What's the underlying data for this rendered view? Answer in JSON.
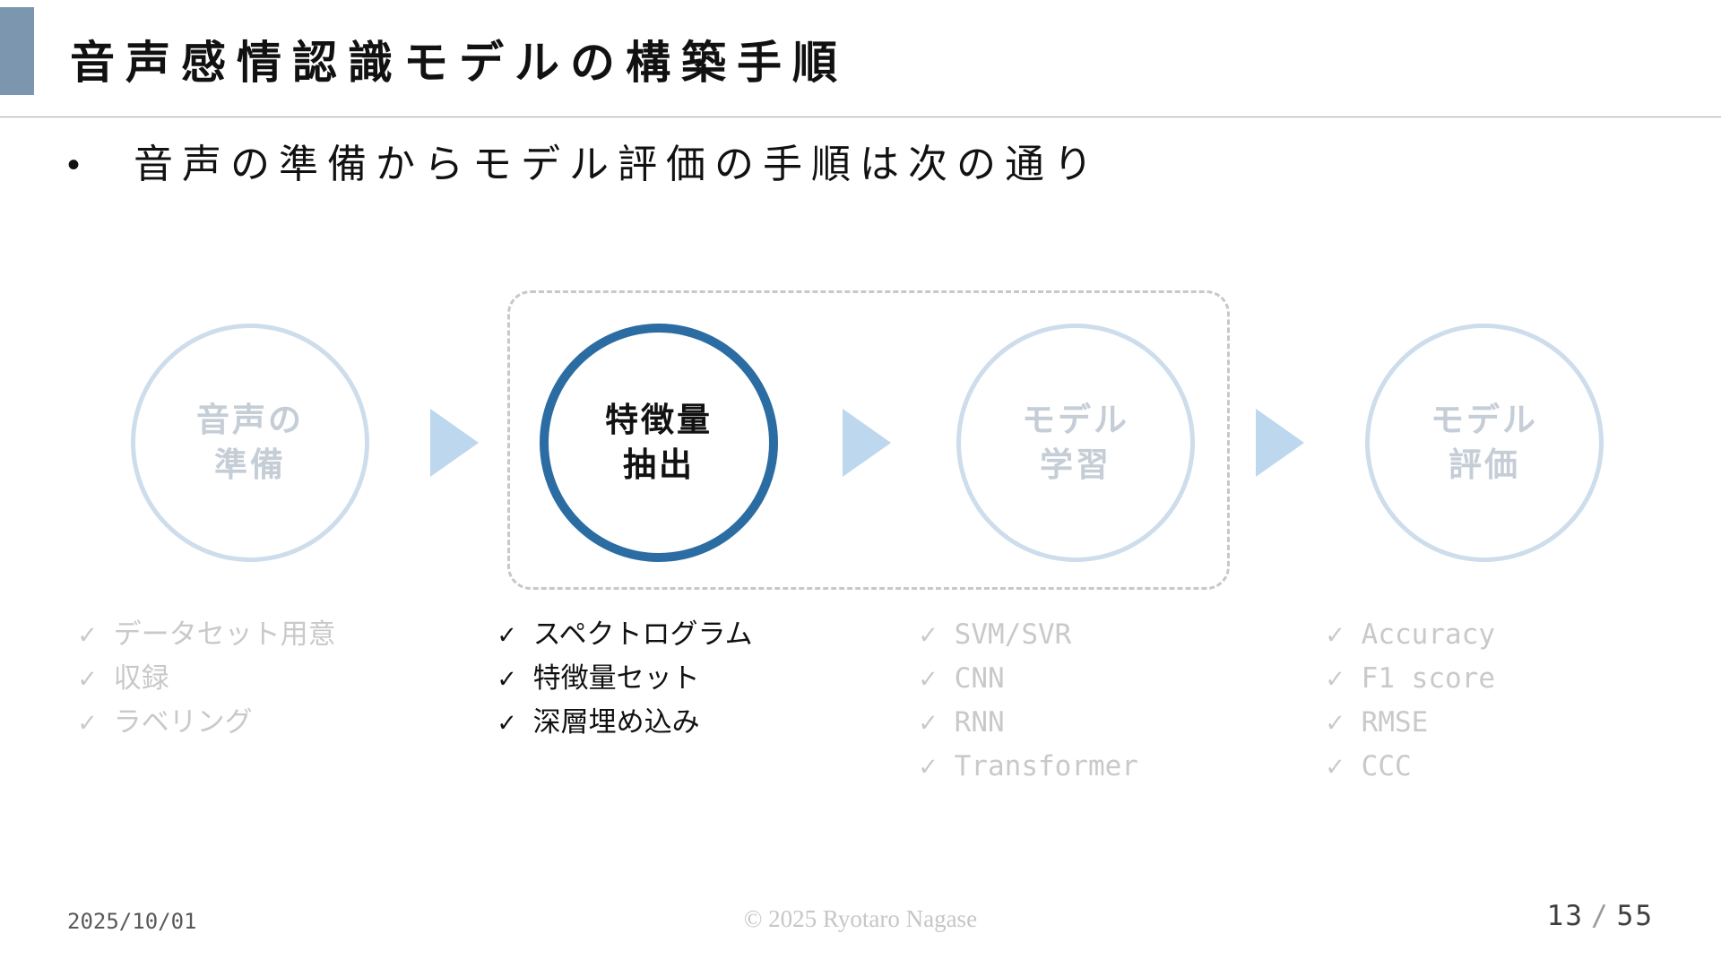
{
  "slide": {
    "title": "音声感情認識モデルの構築手順",
    "bullet_marker": "•",
    "bullet": "音声の準備からモデル評価の手順は次の通り"
  },
  "diagram": {
    "check_glyph": "✓",
    "steps": [
      {
        "label_line1": "音声の",
        "label_line2": "準備",
        "state": "inactive",
        "items": [
          "データセット用意",
          "収録",
          "ラベリング"
        ]
      },
      {
        "label_line1": "特徴量",
        "label_line2": "抽出",
        "state": "active",
        "items": [
          "スペクトログラム",
          "特徴量セット",
          "深層埋め込み"
        ]
      },
      {
        "label_line1": "モデル",
        "label_line2": "学習",
        "state": "inactive",
        "items": [
          "SVM/SVR",
          "CNN",
          "RNN",
          "Transformer"
        ]
      },
      {
        "label_line1": "モデル",
        "label_line2": "評価",
        "state": "inactive",
        "items": [
          "Accuracy",
          "F1 score",
          "RMSE",
          "CCC"
        ]
      }
    ],
    "colors": {
      "accent_bar": "#7d96af",
      "active_circle_stroke": "#2b6ca3",
      "inactive_circle_stroke": "#cdddec",
      "arrow_fill": "#bdd7ee",
      "inactive_circle_text": "#c5cdd6",
      "muted_list_text": "#c9c9c9"
    }
  },
  "footer": {
    "date": "2025/10/01",
    "copyright": "© 2025 Ryotaro Nagase",
    "page_current": "13",
    "page_separator": "/",
    "page_total": "55"
  }
}
